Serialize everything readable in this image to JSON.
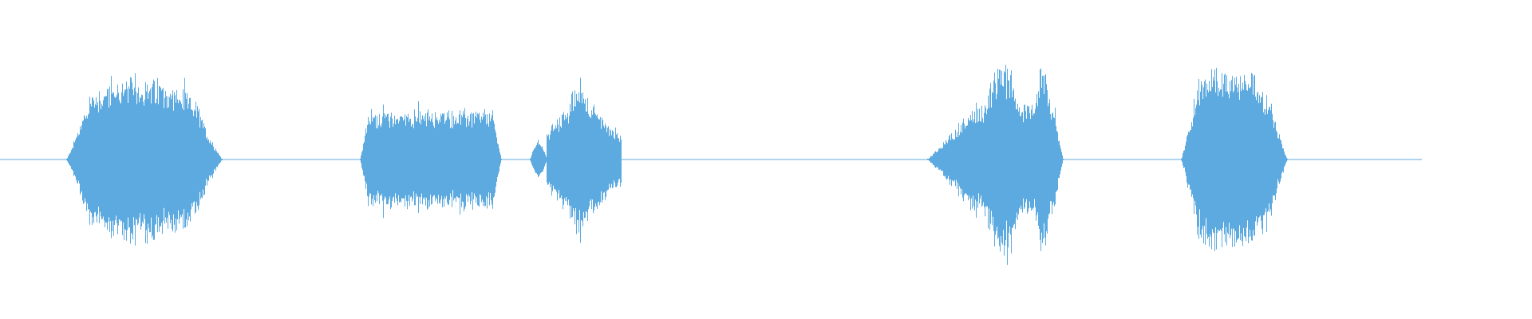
{
  "waveform": {
    "color": "#5DAAE0",
    "background": "#FFFFFF",
    "duration_fraction_with_signal": 0.928,
    "segments": [
      {
        "name": "burst-1",
        "start": 0.043,
        "end": 0.145,
        "amplitude": 0.5,
        "shape": "swell"
      },
      {
        "name": "burst-2",
        "start": 0.235,
        "end": 0.327,
        "amplitude": 0.33,
        "shape": "plateau"
      },
      {
        "name": "blip-1",
        "start": 0.346,
        "end": 0.357,
        "amplitude": 0.1,
        "shape": "blip"
      },
      {
        "name": "burst-3",
        "start": 0.357,
        "end": 0.405,
        "amplitude": 0.48,
        "shape": "peak"
      },
      {
        "name": "burst-4",
        "start": 0.605,
        "end": 0.694,
        "amplitude": 0.58,
        "shape": "double"
      },
      {
        "name": "burst-5",
        "start": 0.771,
        "end": 0.84,
        "amplitude": 0.56,
        "shape": "swell"
      }
    ]
  }
}
